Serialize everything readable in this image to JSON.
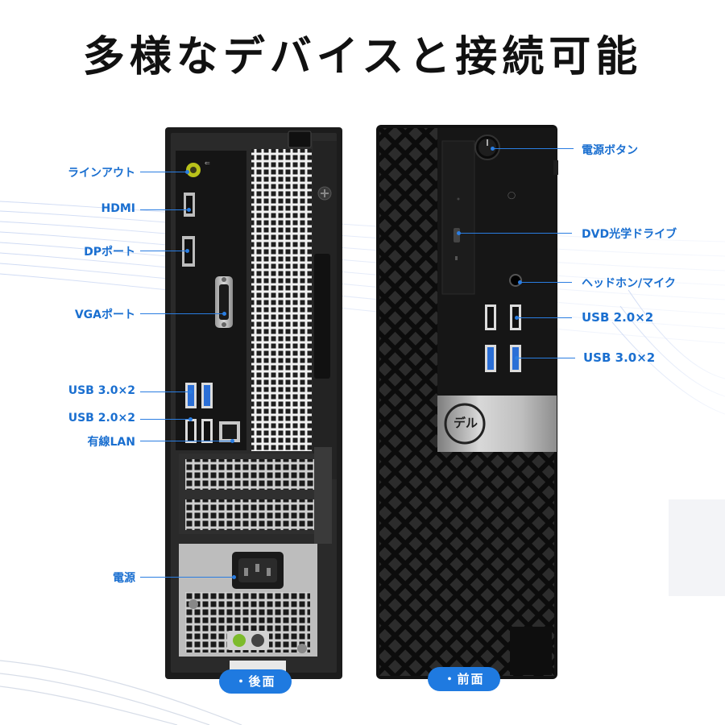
{
  "title": "多様なデバイスと接続可能",
  "rear_callouts": [
    {
      "id": "line-out",
      "label": "ラインアウト"
    },
    {
      "id": "hdmi",
      "label": "HDMI"
    },
    {
      "id": "dp",
      "label": "DPポート"
    },
    {
      "id": "vga",
      "label": "VGAポート"
    },
    {
      "id": "usb3",
      "label": "USB 3.0×2"
    },
    {
      "id": "usb2",
      "label": "USB 2.0×2"
    },
    {
      "id": "lan",
      "label": "有線LAN"
    },
    {
      "id": "power",
      "label": "電源"
    }
  ],
  "front_callouts": [
    {
      "id": "power-button",
      "label": "電源ボタン"
    },
    {
      "id": "dvd",
      "label": "DVD光学ドライブ"
    },
    {
      "id": "headphone",
      "label": "ヘッドホン/マイク"
    },
    {
      "id": "usb2",
      "label": "USB 2.0×2"
    },
    {
      "id": "usb3",
      "label": "USB 3.0×2"
    }
  ],
  "view_labels": {
    "rear": "・後面",
    "front": "・前面"
  },
  "logo_text": "デル",
  "colors": {
    "accent": "#1f7ae0",
    "callout_text": "#1a6fd0",
    "usb3_port": "#2b6fd6",
    "case": "#1b1b1b"
  }
}
